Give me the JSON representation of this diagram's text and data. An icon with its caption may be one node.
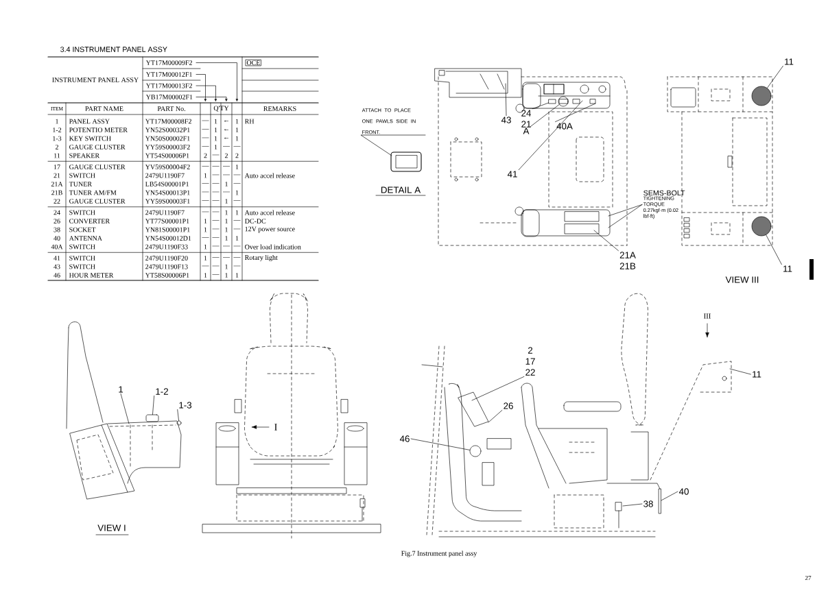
{
  "diagram": {
    "title": "3.4 INSTRUMENT PANEL ASSY",
    "caption": "Fig.7 Instrument panel assy",
    "nodes": [
      {
        "text": [
          "ATTACH TO PLACE ONE PAWLS SIDE IN FRONT."
        ]
      },
      {
        "text": [
          "43"
        ]
      },
      {
        "text": [
          "24",
          "21"
        ]
      },
      {
        "text": [
          "A"
        ]
      },
      {
        "text": [
          "41"
        ]
      },
      {
        "text": [
          "40A"
        ]
      },
      {
        "text": [
          "SEMS-BOLT",
          "TIGHTENING TORQUE 0.27kgf·m (0.02 lbf·ft)"
        ]
      },
      {
        "text": [
          "21A",
          "21B"
        ]
      },
      {
        "text": [
          "11"
        ]
      },
      {
        "text": [
          "11"
        ]
      },
      {
        "text": [
          "1"
        ]
      },
      {
        "text": [
          "1-2"
        ]
      },
      {
        "text": [
          "1-3"
        ]
      },
      {
        "text": [
          "2",
          "17",
          "22"
        ]
      },
      {
        "text": [
          "26"
        ]
      },
      {
        "text": [
          "46"
        ]
      },
      {
        "text": [
          "38"
        ]
      },
      {
        "text": [
          "40"
        ]
      },
      {
        "text": [
          "11"
        ]
      },
      {
        "text": [],
        "shape": "box"
      },
      {
        "text": [],
        "shape": "circle"
      },
      {
        "text": [],
        "shape": "circle"
      },
      {
        "text": [],
        "shape": "circle"
      },
      {
        "text": [],
        "shape": "circle"
      },
      {
        "text": [],
        "shape": "box"
      },
      {
        "text": [],
        "shape": "circle"
      },
      {
        "text": [],
        "shape": "bar"
      }
    ],
    "edges": [
      {
        "from": 0,
        "to": null,
        "arrow": "none"
      },
      {
        "from": 1,
        "to": null,
        "arrow": "none"
      },
      {
        "from": 2,
        "to": 19,
        "arrow": "none"
      },
      {
        "from": 3,
        "to": 20,
        "arrow": "none"
      },
      {
        "from": 4,
        "to": null,
        "arrow": "none"
      },
      {
        "from": 5,
        "to": null,
        "arrow": "none"
      },
      {
        "from": 6,
        "to": null,
        "arrow": "none"
      },
      {
        "from": 6,
        "to": null,
        "arrow": "none"
      },
      {
        "from": 7,
        "to": null,
        "arrow": "none"
      },
      {
        "from": 8,
        "to": 21,
        "arrow": "none"
      },
      {
        "from": 9,
        "to": 22,
        "arrow": "none"
      },
      {
        "from": 10,
        "to": null,
        "arrow": "none"
      },
      {
        "from": 11,
        "to": 24,
        "arrow": "none"
      },
      {
        "from": 12,
        "to": 25,
        "arrow": "none"
      },
      {
        "from": 13,
        "to": null,
        "arrow": "none"
      },
      {
        "from": 14,
        "to": null,
        "arrow": "none"
      },
      {
        "from": 15,
        "to": 23,
        "arrow": "none"
      },
      {
        "from": 16,
        "to": null,
        "arrow": "none"
      },
      {
        "from": 17,
        "to": 26,
        "arrow": "none"
      },
      {
        "from": 18,
        "to": null,
        "arrow": "none"
      }
    ],
    "labels": [
      "INSTRUMENT PANEL ASSY",
      "YT17M00009F2",
      "OCE",
      "YT17M00012F1",
      "YT17M00013F2",
      "YB17M00002F1",
      "ITEM",
      "PART NAME",
      "PART No.",
      "Q'TY",
      "REMARKS",
      "1",
      "PANEL ASSY",
      "YT17M00008F2",
      "—",
      "1",
      "←",
      "1",
      "RH",
      "1-2",
      "POTENTIO METER",
      "YN52S00032P1",
      "—",
      "1",
      "←",
      "1",
      "1-3",
      "KEY SWITCH",
      "YN50S00002F1",
      "—",
      "1",
      "←",
      "1",
      "2",
      "GAUGE CLUSTER",
      "YY59S00003F2",
      "—",
      "1",
      "—",
      "—",
      "11",
      "SPEAKER",
      "YT54S00006P1",
      "2",
      "—",
      "2",
      "2",
      "17",
      "GAUGE CLUSTER",
      "YV59S00004F2",
      "—",
      "—",
      "—",
      "1",
      "21",
      "SWITCH",
      "2479U1190F7",
      "1",
      "—",
      "—",
      "—",
      "Auto accel release",
      "21A",
      "TUNER",
      "LB54S00001P1",
      "—",
      "—",
      "1",
      "—",
      "21B",
      "TUNER AM/FM",
      "YN54S00013P1",
      "—",
      "—",
      "—",
      "1",
      "22",
      "GAUGE CLUSTER",
      "YY59S00003F1",
      "—",
      "—",
      "1",
      "—",
      "24",
      "SWITCH",
      "2479U1190F7",
      "—",
      "—",
      "1",
      "1",
      "Auto accel release",
      "26",
      "CONVERTER",
      "YT77S00001P1",
      "1",
      "—",
      "1",
      "—",
      "DC-DC",
      "38",
      "SOCKET",
      "YN81S00001P1",
      "1",
      "—",
      "1",
      "—",
      "12V power source",
      "40",
      "ANTENNA",
      "YN54S00012D1",
      "—",
      "—",
      "1",
      "1",
      "40A",
      "SWITCH",
      "2479U1190F33",
      "1",
      "—",
      "—",
      "—",
      "Over load indication",
      "41",
      "SWITCH",
      "2479U1190F20",
      "1",
      "—",
      "—",
      "—",
      "Rotary light",
      "43",
      "SWITCH",
      "2479U1190F13",
      "—",
      "—",
      "1",
      "—",
      "46",
      "HOUR METER",
      "YT58S00006P1",
      "1",
      "—",
      "1",
      "1",
      "DETAIL A",
      "VIEW III",
      "III",
      "I",
      "VIEW I",
      "27"
    ]
  }
}
